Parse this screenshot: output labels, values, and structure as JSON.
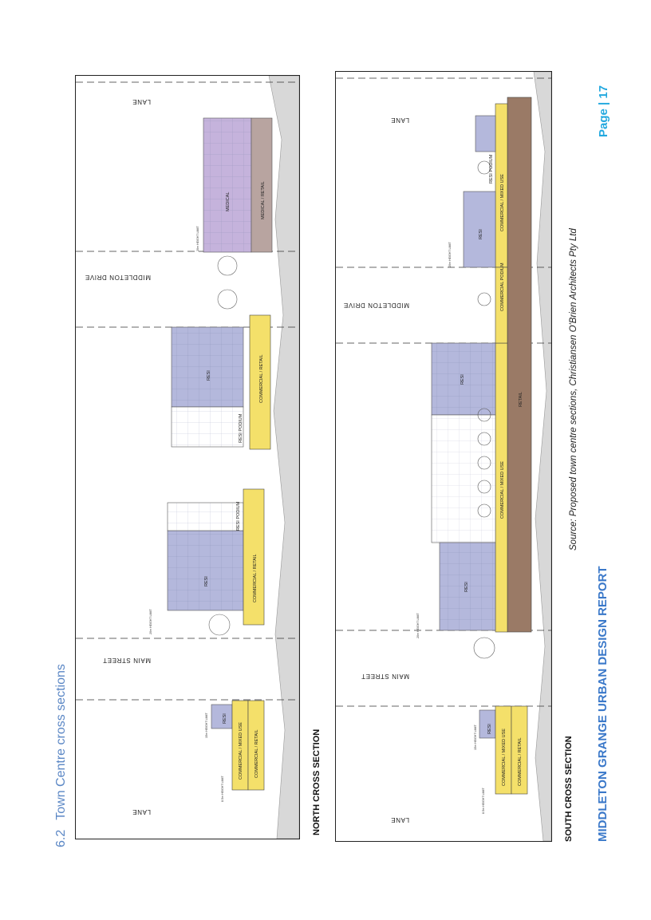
{
  "section": {
    "number": "6.2",
    "title": "Town Centre cross sections"
  },
  "north": {
    "label": "NORTH CROSS SECTION",
    "streets": {
      "lane_left": "LANE",
      "main_street": "MAIN STREET",
      "middleton_drive": "MIDDLETON DRIVE",
      "lane_right": "LANE"
    },
    "labels": {
      "resi_a": "RESI",
      "mixed_a": "COMMERCIAL / MIXED USE",
      "retail_a": "COMMERCIAL / RETAIL",
      "resi_b": "RESI",
      "podium_b": "RESI PODIUM",
      "retail_b": "COMMERCIAL / RETAIL",
      "resi_c": "RESI",
      "podium_c": "RESI PODIUM",
      "retail_c": "COMMERCIAL / RETAIL",
      "medical": "MEDICAL",
      "medical_retail": "MEDICAL / RETAIL"
    },
    "height_limits": {
      "a": "15m HEIGHT LIMIT",
      "b": "8.5m HEIGHT LIMIT",
      "c": "20m HEIGHT LIMIT",
      "d": "20m HEIGHT LIMIT"
    }
  },
  "south": {
    "label": "SOUTH CROSS SECTION",
    "streets": {
      "lane_left": "LANE",
      "main_street": "MAIN STREET",
      "middleton_drive": "MIDDLETON DRIVE",
      "lane_right": "LANE"
    },
    "labels": {
      "resi_a": "RESI",
      "mixed_a": "COMMERCIAL / MIXED USE",
      "retail_a": "COMMERCIAL / RETAIL",
      "resi_b": "RESI",
      "mixed_b": "COMMERCIAL / MIXED USE",
      "retail_b": "RETAIL",
      "podium": "COMMERCIAL PODIUM",
      "resi_c": "RESI",
      "podium_c": "RESI PODIUM",
      "mixed_c": "COMMERCIAL / MIXED USE"
    },
    "height_limits": {
      "a": "15m HEIGHT LIMIT",
      "b": "8.5m HEIGHT LIMIT",
      "c": "20m HEIGHT LIMIT",
      "d": "20m HEIGHT LIMIT"
    }
  },
  "source": "Source: Proposed town centre sections, Christiansen O'Brien Architects Pty Ltd",
  "report_title": "MIDDLETON GRANGE URBAN DESIGN REPORT",
  "page": {
    "label": "Page",
    "sep": "|",
    "number": "17"
  },
  "colors": {
    "resi": "#b4b8dc",
    "medical": "#c5b3dc",
    "retail": "#f4e06a",
    "basement": "#9a7a66",
    "accent": "#3a78c9"
  }
}
